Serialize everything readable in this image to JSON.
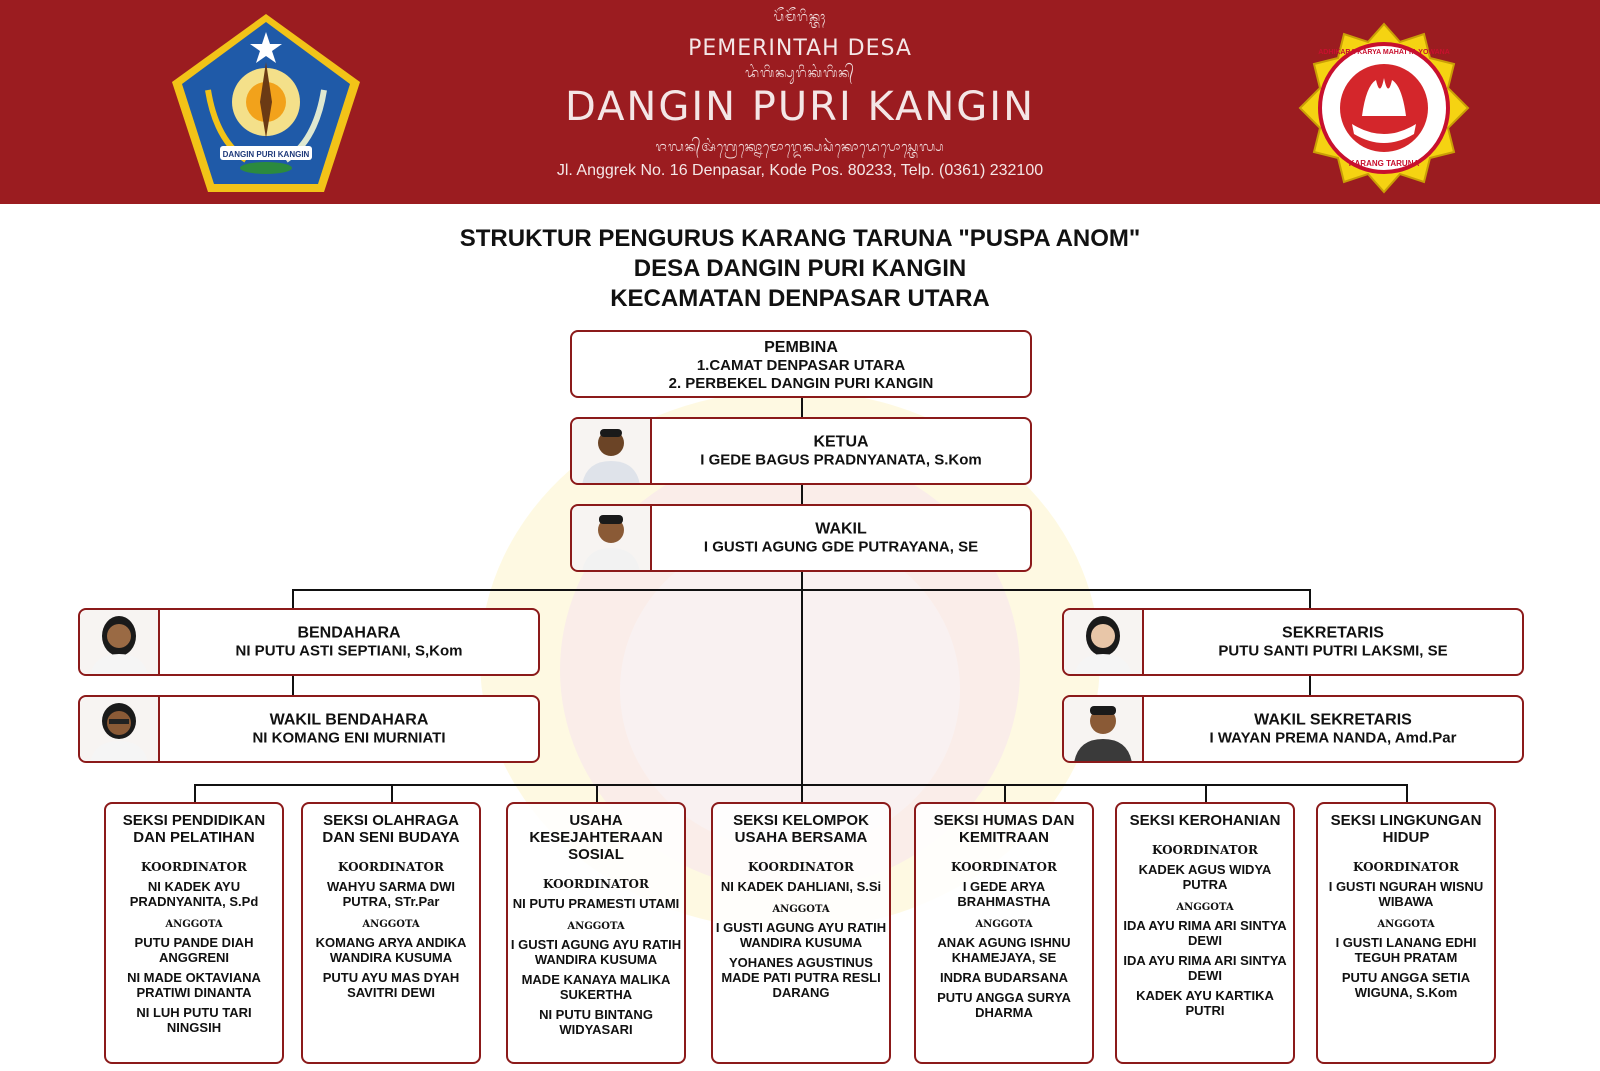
{
  "header": {
    "script_top": "ᬧᭂᬫᭂᬭᬶᬦ᭄ᬢᬄ",
    "line1": "PEMERINTAH DESA",
    "script_mid": "ᬤᬂᬕᬶᬦ᭄ᬧᬸᬭᬶᬓᬂᬕᬶᬦ᭄",
    "line2": "DANGIN PURI KANGIN",
    "script_addr": "ᬚᬮᬦ᭄ᬅᬂᬕ᭄ᬭᬾᬓ᭄ᬦᭀᬫᭀᬭ᭄ᬤᬾᬦ᭄ᬧᬲᬃᬓᭀᬤᬾᬧᭀᬲ᭄ᬢᬾᬮ᭄ᬧ",
    "address": "Jl. Anggrek No. 16 Denpasar, Kode Pos. 80233, Telp. (0361) 232100",
    "logo_left_text": "DANGIN PURI KANGIN",
    "logo_right_text_top": "ADHIKARA KARYA MAHATYA YOWANA",
    "logo_right_text_bottom": "KARANG TARUNA",
    "colors": {
      "header_bg": "#9b1c20",
      "box_border": "#8b1a1a"
    }
  },
  "title": {
    "line1": "STRUKTUR PENGURUS KARANG TARUNA \"PUSPA ANOM\"",
    "line2": "DESA DANGIN PURI KANGIN",
    "line3": "KECAMATAN DENPASAR UTARA"
  },
  "pembina": {
    "title": "PEMBINA",
    "item1": "1.CAMAT DENPASAR UTARA",
    "item2": "2. PERBEKEL DANGIN PURI KANGIN"
  },
  "ketua": {
    "position": "KETUA",
    "name": "I GEDE BAGUS PRADNYANATA, S.Kom"
  },
  "wakil": {
    "position": "WAKIL",
    "name": "I GUSTI AGUNG GDE PUTRAYANA, SE"
  },
  "bendahara": {
    "position": "BENDAHARA",
    "name": "NI PUTU ASTI SEPTIANI, S,Kom"
  },
  "wakil_bendahara": {
    "position": "WAKIL BENDAHARA",
    "name": "NI KOMANG ENI MURNIATI"
  },
  "sekretaris": {
    "position": "SEKRETARIS",
    "name": "PUTU SANTI PUTRI LAKSMI, SE"
  },
  "wakil_sekretaris": {
    "position": "WAKIL SEKRETARIS",
    "name": "I WAYAN PREMA NANDA, Amd.Par"
  },
  "labels": {
    "koordinator": "KOORDINATOR",
    "anggota": "ANGGOTA"
  },
  "seksi": [
    {
      "title": "SEKSI PENDIDIKAN DAN PELATIHAN",
      "koordinator": "NI KADEK AYU PRADNYANITA, S.Pd",
      "anggota": [
        "PUTU PANDE DIAH ANGGRENI",
        "NI MADE OKTAVIANA PRATIWI DINANTA",
        "NI LUH PUTU TARI NINGSIH"
      ]
    },
    {
      "title": "SEKSI OLAHRAGA DAN SENI BUDAYA",
      "koordinator": "WAHYU SARMA DWI PUTRA, STr.Par",
      "anggota": [
        "KOMANG ARYA ANDIKA WANDIRA KUSUMA",
        "PUTU AYU MAS DYAH SAVITRI DEWI"
      ]
    },
    {
      "title": "USAHA KESEJAHTERAAN SOSIAL",
      "koordinator": "NI PUTU PRAMESTI UTAMI",
      "anggota": [
        "I GUSTI AGUNG AYU RATIH WANDIRA KUSUMA",
        "MADE KANAYA MALIKA SUKERTHA",
        "NI PUTU BINTANG WIDYASARI"
      ]
    },
    {
      "title": "SEKSI KELOMPOK USAHA BERSAMA",
      "koordinator": "NI KADEK DAHLIANI, S.Si",
      "anggota": [
        "I GUSTI AGUNG AYU RATIH WANDIRA KUSUMA",
        "YOHANES AGUSTINUS MADE PATI PUTRA RESLI DARANG"
      ]
    },
    {
      "title": "SEKSI HUMAS DAN KEMITRAAN",
      "koordinator": "I GEDE ARYA BRAHMASTHA",
      "anggota": [
        "ANAK AGUNG ISHNU KHAMEJAYA, SE",
        "INDRA BUDARSANA",
        "PUTU ANGGA SURYA DHARMA"
      ]
    },
    {
      "title": "SEKSI KEROHANIAN",
      "koordinator": "KADEK AGUS WIDYA PUTRA",
      "anggota": [
        "IDA AYU RIMA ARI SINTYA DEWI",
        "IDA AYU RIMA ARI SINTYA DEWI",
        "KADEK AYU KARTIKA PUTRI"
      ]
    },
    {
      "title": "SEKSI LINGKUNGAN HIDUP",
      "koordinator": "I GUSTI NGURAH WISNU WIBAWA",
      "anggota": [
        "I GUSTI LANANG EDHI TEGUH PRATAM",
        "PUTU ANGGA SETIA WIGUNA, S.Kom"
      ]
    }
  ]
}
